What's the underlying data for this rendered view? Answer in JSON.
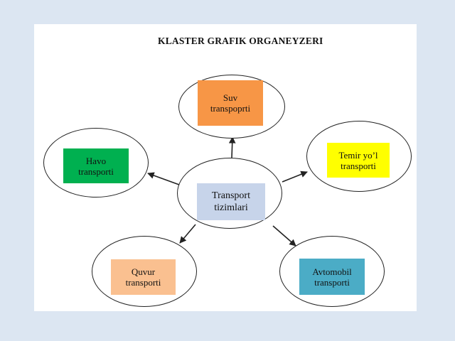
{
  "title": "KLASTER GRAFIK ORGANEYZERI",
  "center": {
    "label": "Transport\ntizimlari",
    "color": "#c7d4ea"
  },
  "nodes": [
    {
      "key": "suv",
      "label": "Suv\ntranspoprti",
      "color": "#f79646"
    },
    {
      "key": "temir",
      "label": "Temir yo’l\ntransporti",
      "color": "#ffff00"
    },
    {
      "key": "havo",
      "label": "Havo\ntransporti",
      "color": "#00b050"
    },
    {
      "key": "quvur",
      "label": "Quvur\ntransporti",
      "color": "#fac090"
    },
    {
      "key": "avtomobil",
      "label": "Avtomobil\ntransporti",
      "color": "#4bacc6"
    }
  ],
  "line_color": "#222222"
}
